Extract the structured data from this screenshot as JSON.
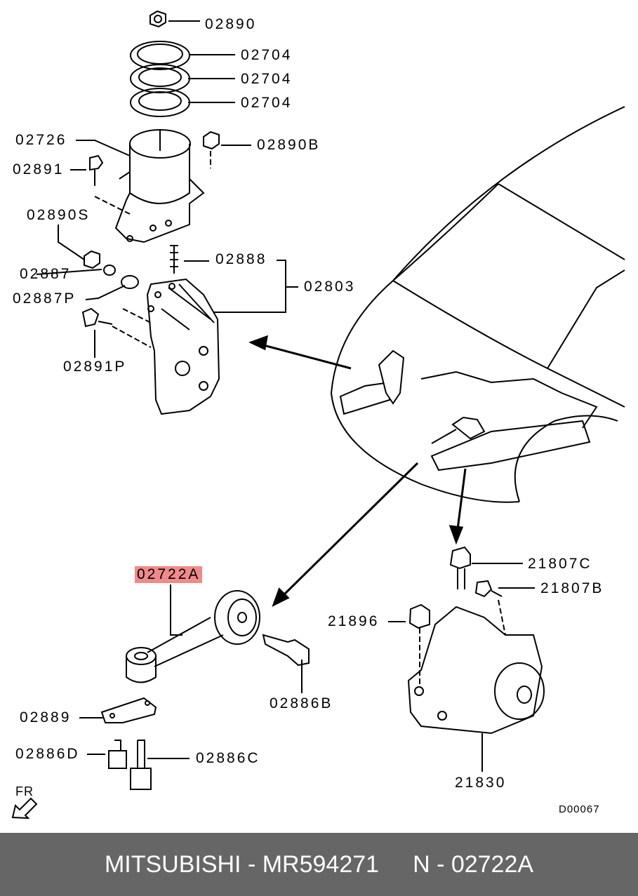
{
  "labels": {
    "l02890": "02890",
    "l02704a": "02704",
    "l02704b": "02704",
    "l02704c": "02704",
    "l02726": "02726",
    "l02890B": "02890B",
    "l02891": "02891",
    "l02890S": "02890S",
    "l02888": "02888",
    "l02803": "02803",
    "l02887": "02887",
    "l02887P": "02887P",
    "l02891P": "02891P",
    "l02722A": "02722A",
    "l21807C": "21807C",
    "l21807B": "21807B",
    "l21896": "21896",
    "l02886B": "02886B",
    "l02889": "02889",
    "l02886D": "02886D",
    "l02886C": "02886C",
    "l21830": "21830",
    "fr": "FR",
    "diagram_id": "D00067"
  },
  "highlight_color": "#f08a8a",
  "banner": {
    "brand_part": "MITSUBISHI - MR594271",
    "ref": "N - 02722A",
    "bg": "#666666"
  }
}
